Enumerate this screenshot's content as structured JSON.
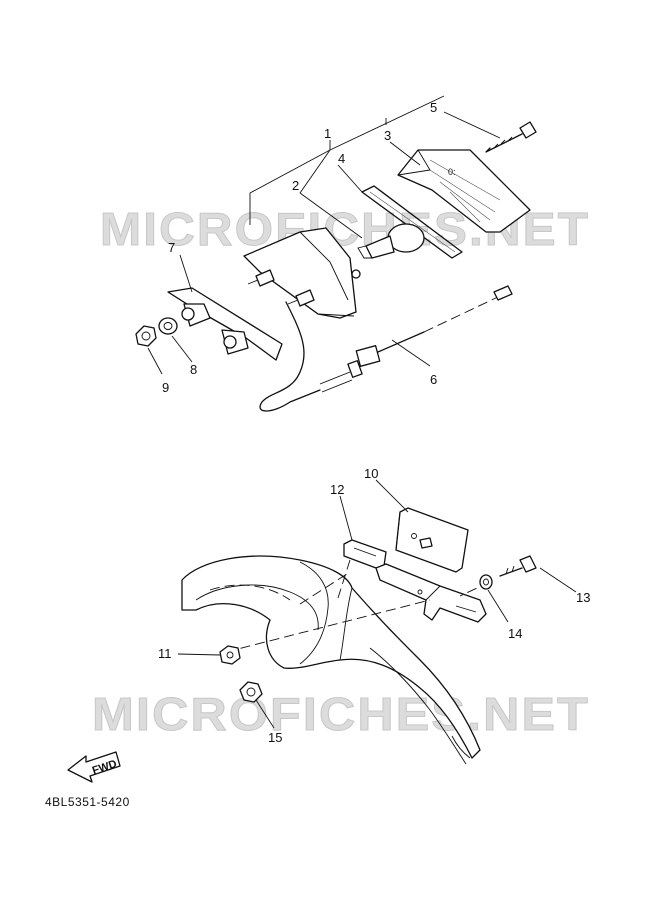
{
  "watermarks": [
    "MICROFICHES.NET",
    "MICROFICHES.NET"
  ],
  "diagram_code": "4BL5351-5420",
  "fwd_label": "FWD",
  "callouts": {
    "p1": "1",
    "p2": "2",
    "p3": "3",
    "p4": "4",
    "p5": "5",
    "p6": "6",
    "p7": "7",
    "p8": "8",
    "p9": "9",
    "p10": "10",
    "p11": "11",
    "p12": "12",
    "p13": "13",
    "p14": "14",
    "p15": "15"
  }
}
